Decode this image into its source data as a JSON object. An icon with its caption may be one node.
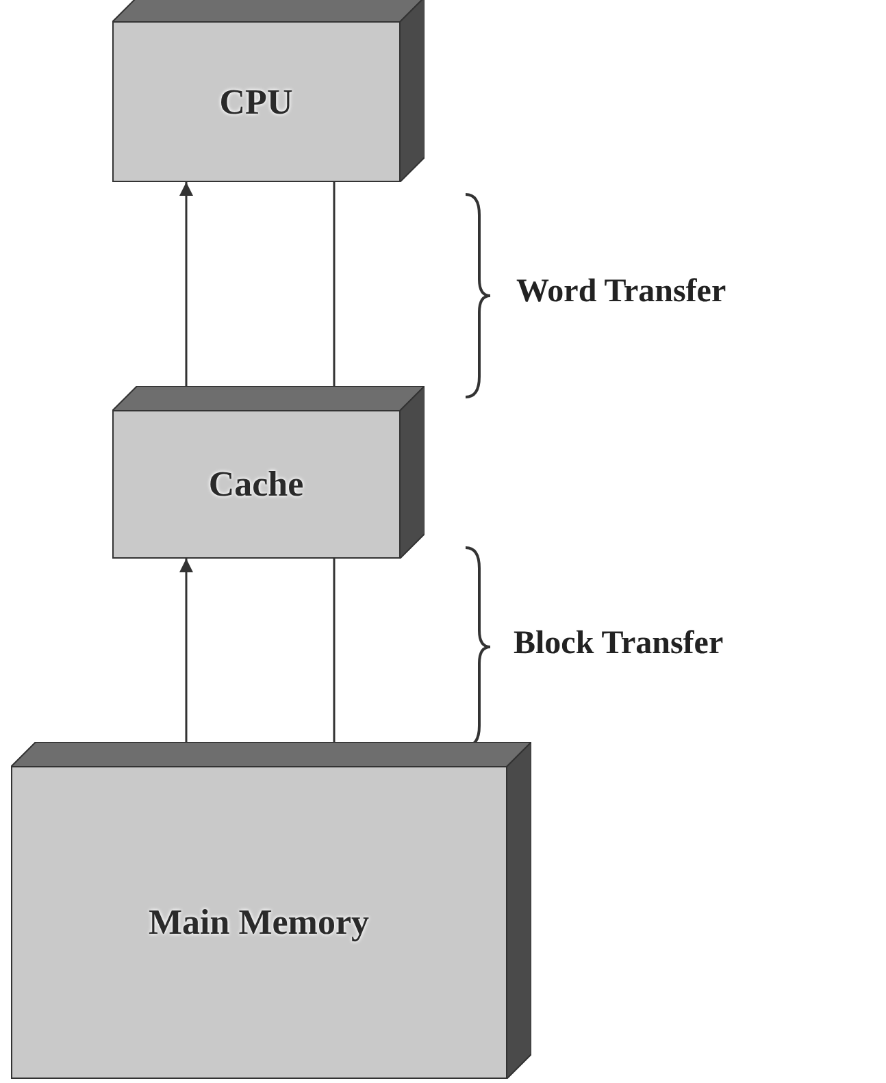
{
  "diagram": {
    "nodes": [
      {
        "text": [
          "CPU"
        ]
      },
      {
        "text": [
          "Cache"
        ]
      },
      {
        "text": [
          "Main Memory"
        ]
      }
    ],
    "edges": [
      {
        "from": 1,
        "to": 0,
        "arrow": "to"
      },
      {
        "from": 0,
        "to": 1,
        "arrow": "none"
      },
      {
        "from": 2,
        "to": 1,
        "arrow": "to"
      },
      {
        "from": 1,
        "to": 2,
        "arrow": "none"
      }
    ],
    "labels": [
      "Word Transfer",
      "Block Transfer"
    ]
  }
}
